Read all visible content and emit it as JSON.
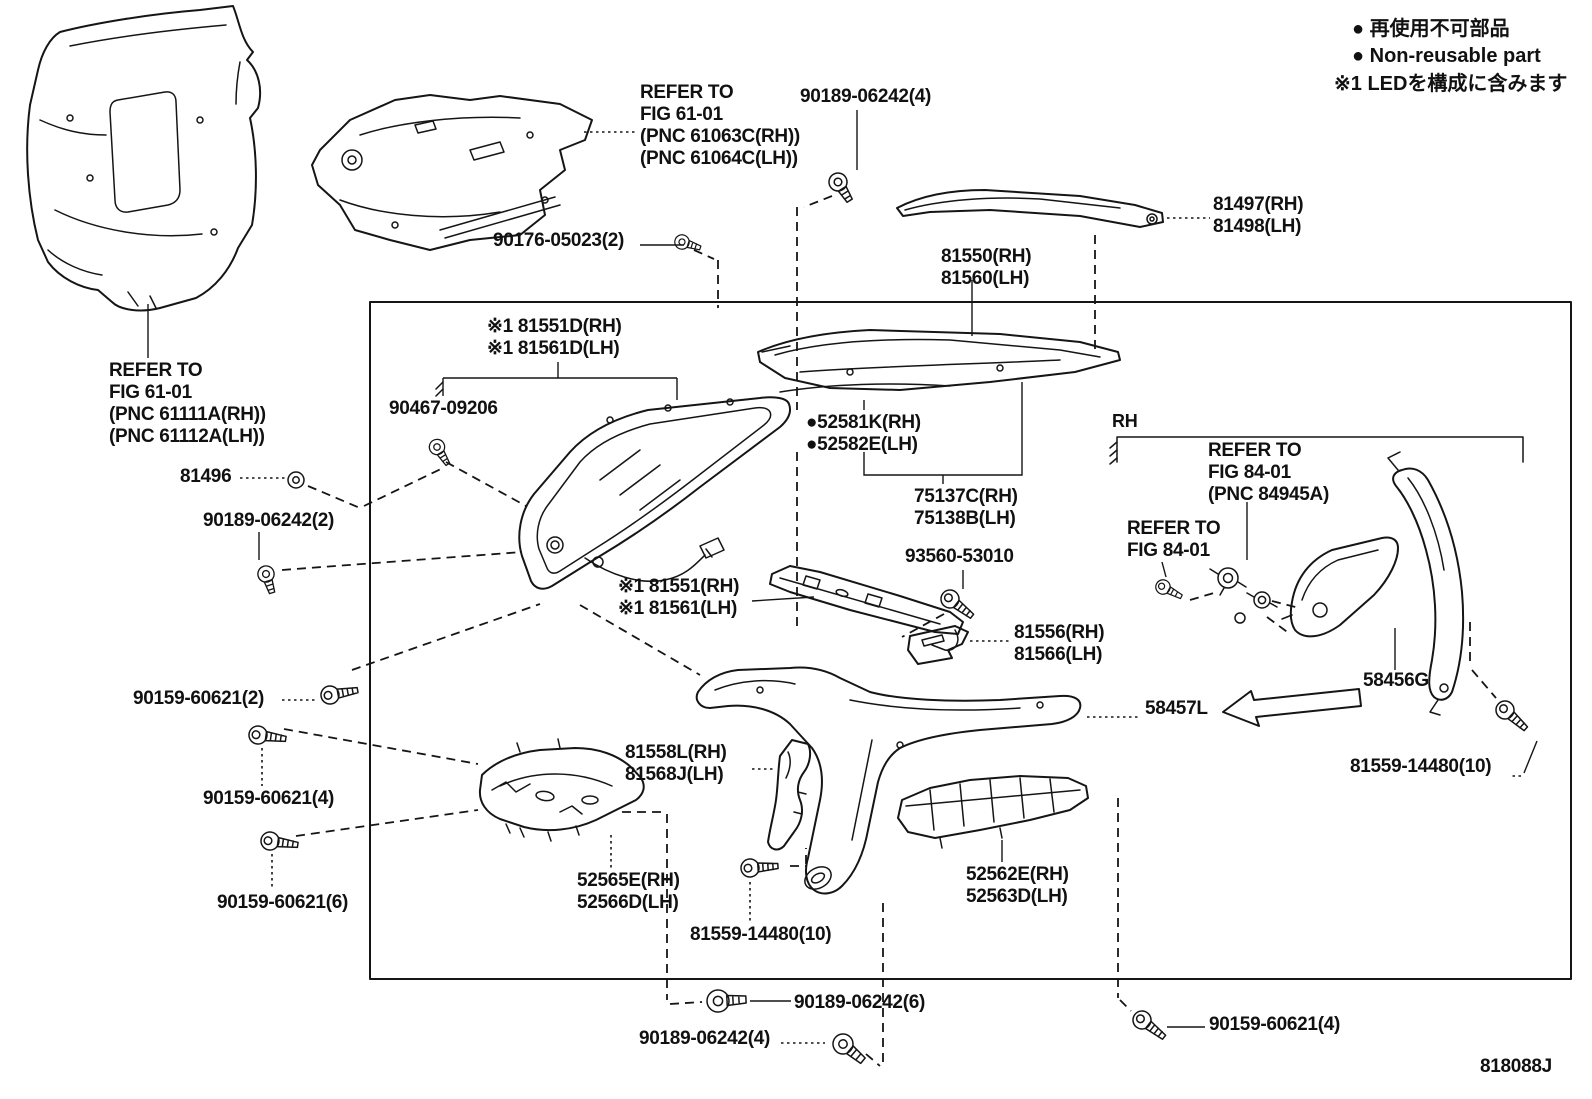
{
  "legend": {
    "line1": "● 再使用不可部品",
    "line2": "● Non-reusable part",
    "line3": "※1 LEDを構成に含みます"
  },
  "diagram_code": "818088J",
  "colors": {
    "ink": "#151515",
    "background": "#ffffff"
  },
  "labels": {
    "refer_fig61_top": "REFER TO\nFIG 61-01\n(PNC 61063C(RH))\n(PNC 61064C(LH))",
    "refer_fig61_left": "REFER TO\nFIG 61-01\n(PNC 61111A(RH))\n(PNC 61112A(LH))",
    "bolt_90189_06242_4_top": "90189-06242(4)",
    "part_81497": "81497(RH)\n81498(LH)",
    "screw_90176_05023": "90176-05023(2)",
    "part_81550": "81550(RH)\n81560(LH)",
    "part_81551d": "※1 81551D(RH)\n※1 81561D(LH)",
    "clip_90467_09206": "90467-09206",
    "rh_marker": "RH",
    "part_52581k": "●52581K(RH)\n●52582E(LH)",
    "refer_fig84_pnc": "REFER TO\nFIG 84-01\n(PNC 84945A)",
    "part_75137c": "75137C(RH)\n75138B(LH)",
    "refer_fig84": "REFER TO\nFIG 84-01",
    "screw_93560_53010": "93560-53010",
    "part_81551": "※1 81551(RH)\n※1 81561(LH)",
    "part_81556": "81556(RH)\n81566(LH)",
    "grommet_81496": "81496",
    "clip_90189_06242_2": "90189-06242(2)",
    "screw_90159_60621_2": "90159-60621(2)",
    "part_58456g": "58456G",
    "part_58457l": "58457L",
    "screw_81559_14480_right": "81559-14480(10)",
    "part_81558l": "81558L(RH)\n81568J(LH)",
    "screw_90159_60621_4_left": "90159-60621(4)",
    "part_52565e": "52565E(RH)\n52566D(LH)",
    "part_52562e": "52562E(RH)\n52563D(LH)",
    "screw_90159_60621_6": "90159-60621(6)",
    "screw_81559_14480_bottom": "81559-14480(10)",
    "clip_90189_06242_6": "90189-06242(6)",
    "clip_90189_06242_4_bottom": "90189-06242(4)",
    "screw_90159_60621_4_bottom": "90159-60621(4)"
  }
}
